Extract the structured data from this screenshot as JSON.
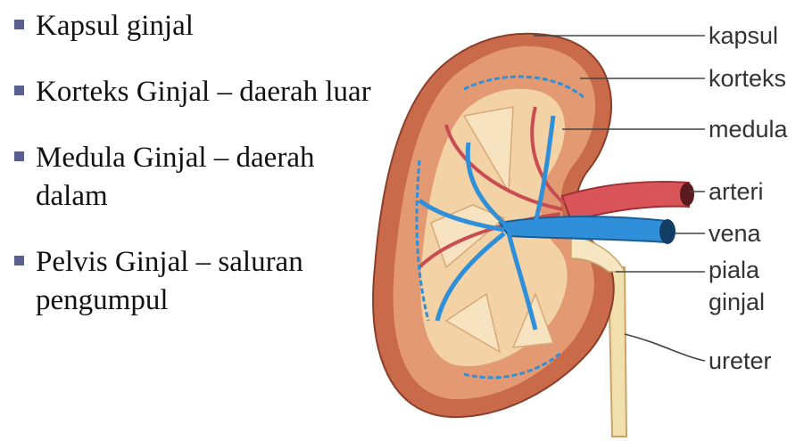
{
  "bullets": [
    {
      "text": "Kapsul ginjal"
    },
    {
      "text": "Korteks Ginjal – daerah luar"
    },
    {
      "text": "Medula Ginjal – daerah dalam"
    },
    {
      "text": "Pelvis Ginjal – saluran pengumpul"
    }
  ],
  "labels": {
    "kapsul": "kapsul",
    "korteks": "korteks",
    "medula": "medula",
    "arteri": "arteri",
    "vena": "vena",
    "piala_line1": "piala",
    "piala_line2": "ginjal",
    "ureter": "ureter"
  },
  "colors": {
    "bullet": "#5b5f8e",
    "capsule": "#c96a4a",
    "cortex": "#e39a72",
    "medulla": "#f3d2a6",
    "artery": "#d9555a",
    "vein": "#2f8fd8",
    "pelvis": "#f6e6c2"
  }
}
